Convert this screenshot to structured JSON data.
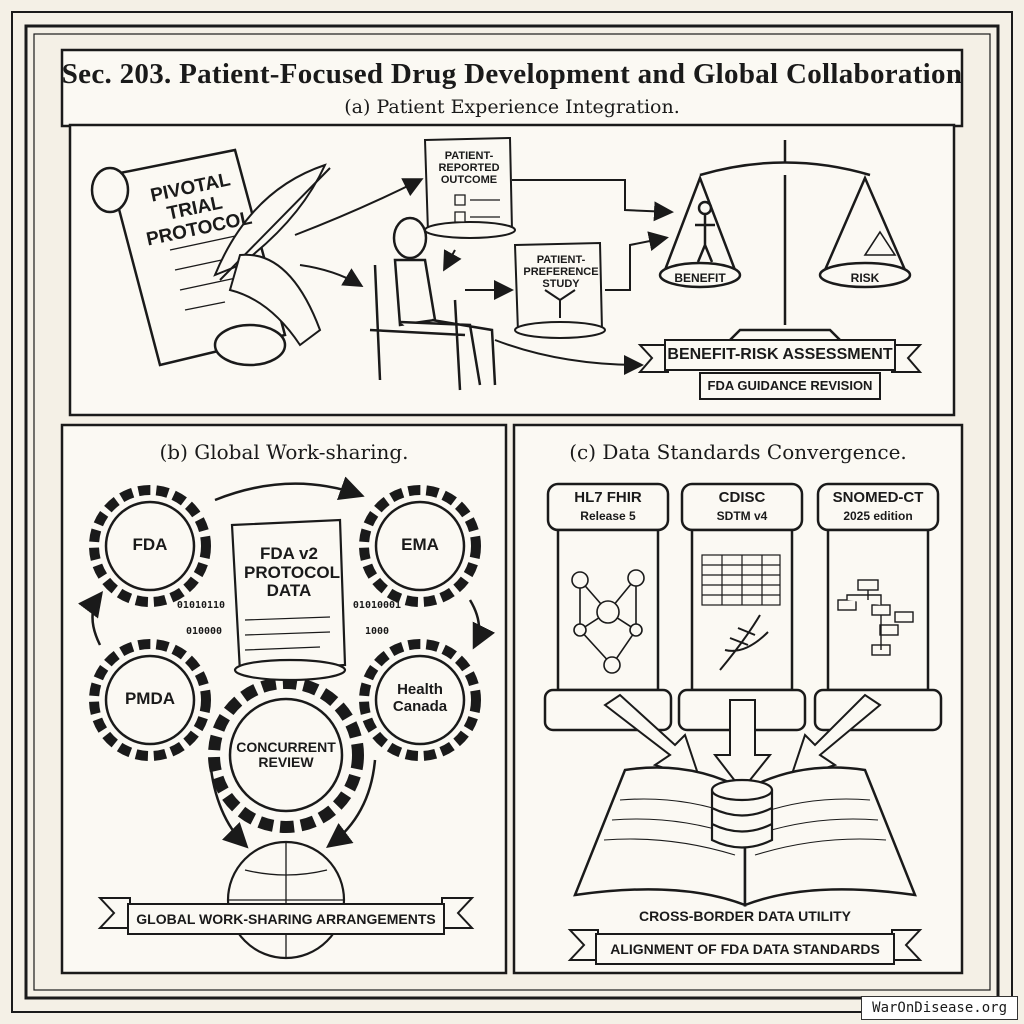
{
  "title": "Sec. 203. Patient-Focused Drug Development and Global Collaboration",
  "section_a": {
    "heading": "(a) Patient Experience Integration.",
    "protocol_label": "PIVOTAL TRIAL PROTOCOL",
    "pro_label": "PATIENT-REPORTED OUTCOME",
    "preference_label": "PATIENT-PREFERENCE STUDY",
    "benefit_label": "BENEFIT",
    "risk_label": "RISK",
    "banner": "BENEFIT-RISK ASSESSMENT",
    "sub_banner": "FDA GUIDANCE REVISION"
  },
  "section_b": {
    "heading": "(b) Global Work-sharing.",
    "agencies": [
      "FDA",
      "EMA",
      "PMDA",
      "Health Canada"
    ],
    "center_doc": "FDA v2 PROTOCOL DATA",
    "center_gear": "CONCURRENT REVIEW",
    "banner": "GLOBAL WORK-SHARING ARRANGEMENTS",
    "binary_1": "01010110",
    "binary_2": "010000",
    "binary_3": "01010001",
    "binary_4": "1000"
  },
  "section_c": {
    "heading": "(c) Data Standards Convergence.",
    "pillars": [
      {
        "name": "HL7 FHIR",
        "detail": "Release 5"
      },
      {
        "name": "CDISC",
        "detail": "SDTM v4"
      },
      {
        "name": "SNOMED-CT",
        "detail": "2025 edition"
      }
    ],
    "caption": "CROSS-BORDER DATA UTILITY",
    "banner": "ALIGNMENT OF FDA DATA STANDARDS"
  },
  "footer": "WarOnDisease.org"
}
